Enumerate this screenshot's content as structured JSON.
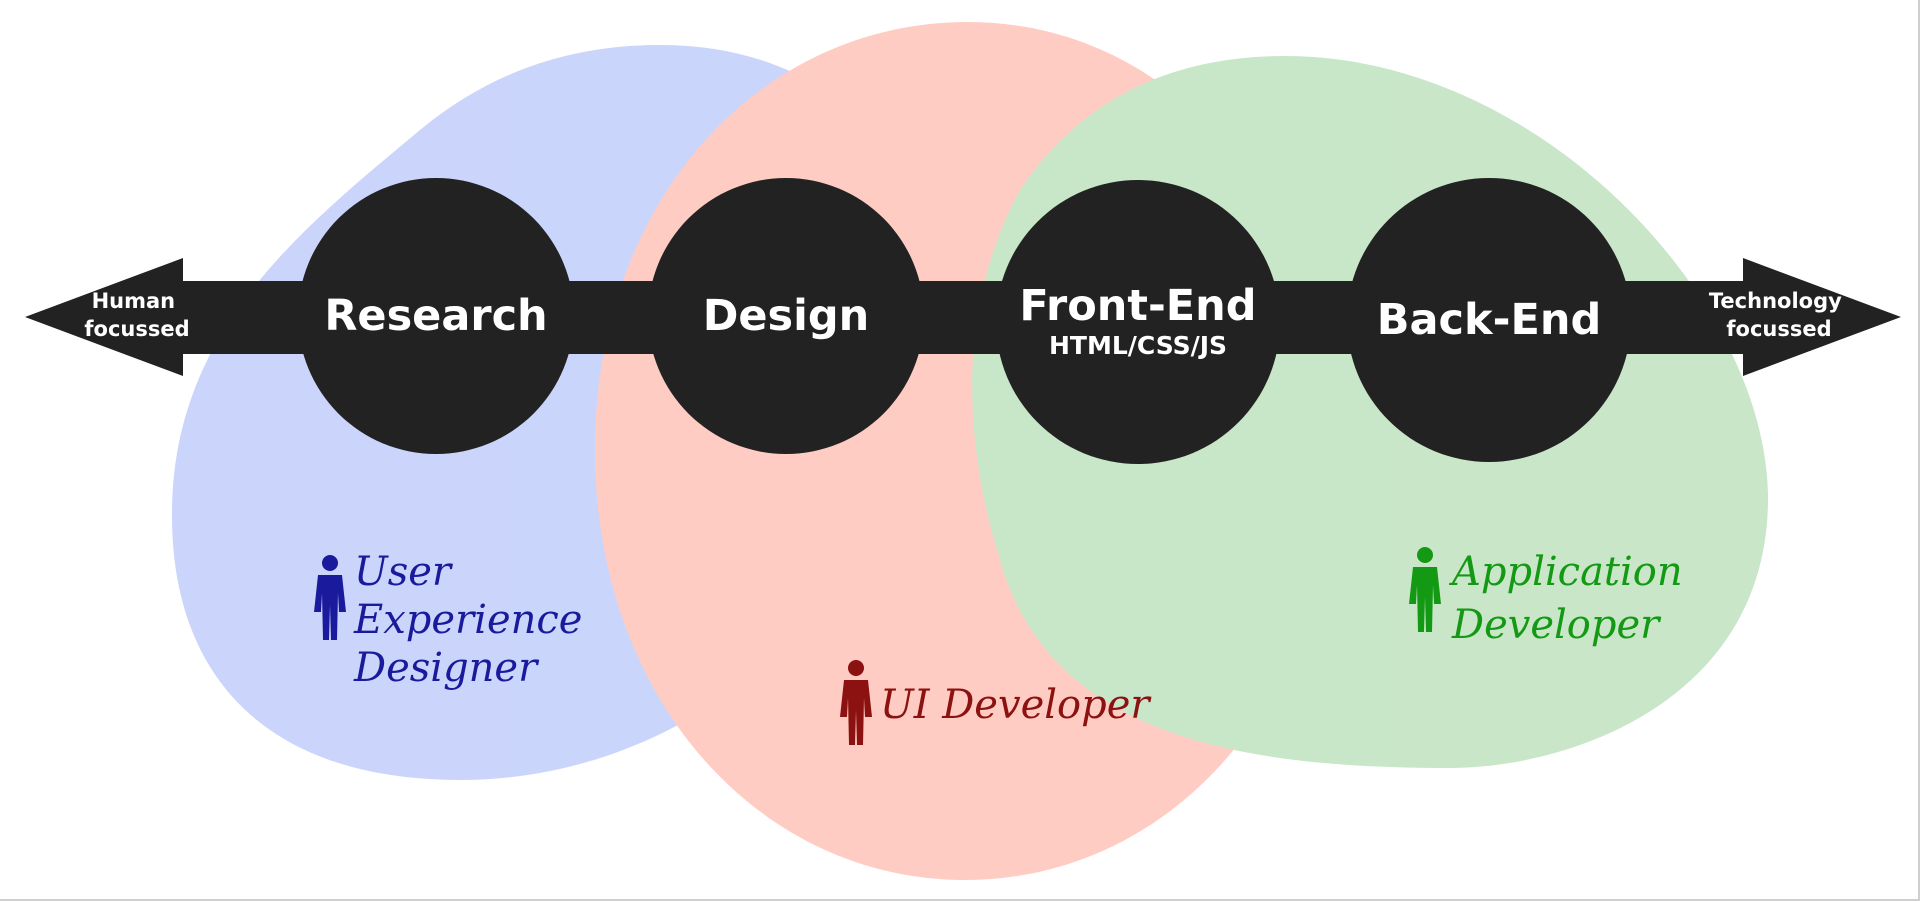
{
  "axis": {
    "left_label": [
      "Human",
      "focussed"
    ],
    "right_label": [
      "Technology",
      "focussed"
    ]
  },
  "stages": [
    {
      "title": "Research",
      "subtitle": ""
    },
    {
      "title": "Design",
      "subtitle": ""
    },
    {
      "title": "Front-End",
      "subtitle": "HTML/CSS/JS"
    },
    {
      "title": "Back-End",
      "subtitle": ""
    }
  ],
  "roles": [
    {
      "label_lines": [
        "User",
        "Experience",
        "Designer"
      ],
      "color": "#1a1a9c"
    },
    {
      "label_lines": [
        "UI Developer"
      ],
      "color": "#8c1111"
    },
    {
      "label_lines": [
        "Application",
        "Developer"
      ],
      "color": "#139913"
    }
  ],
  "region_colors": {
    "blue": "#b7c5fa",
    "red": "#ffb9ad",
    "green": "#b4ddb4"
  },
  "stage_color": "#222222",
  "icons": [
    "person-icon"
  ]
}
